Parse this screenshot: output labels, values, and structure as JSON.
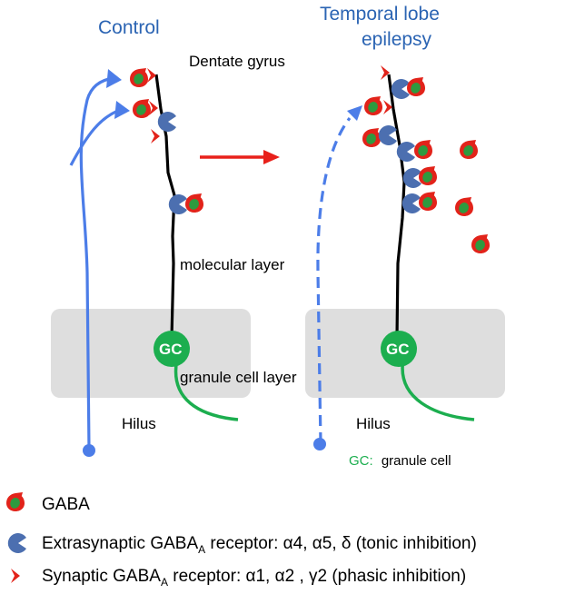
{
  "panels": {
    "control": {
      "title": "Control"
    },
    "tle": {
      "title_line1": "Temporal lobe",
      "title_line2": "epilepsy"
    }
  },
  "labels": {
    "dentate_gyrus": "Dentate gyrus",
    "molecular_layer": "molecular layer",
    "granule_cell_layer": "granule cell layer",
    "hilus": "Hilus",
    "gc": "GC",
    "gc_key_abbr": "GC:",
    "gc_key_text": "granule cell"
  },
  "legend": {
    "gaba": "GABA",
    "extrasynaptic_prefix": "Extrasynaptic GABA",
    "extrasynaptic_sub": "A",
    "extrasynaptic_suffix": " receptor: α4, α5, δ (tonic inhibition)",
    "synaptic_prefix": "Synaptic GABA",
    "synaptic_sub": "A",
    "synaptic_suffix": " receptor: α1, α2 , γ2 (phasic inhibition)"
  },
  "colors": {
    "title_blue": "#2b64b3",
    "interneuron_blue": "#4c7de8",
    "receptor_blue": "#4c6fb0",
    "gc_green": "#1cae4f",
    "gaba_red": "#e2231a",
    "gaba_green": "#2e9a3f",
    "layer_gray": "#dedede",
    "arrow_red": "#e8201a"
  }
}
